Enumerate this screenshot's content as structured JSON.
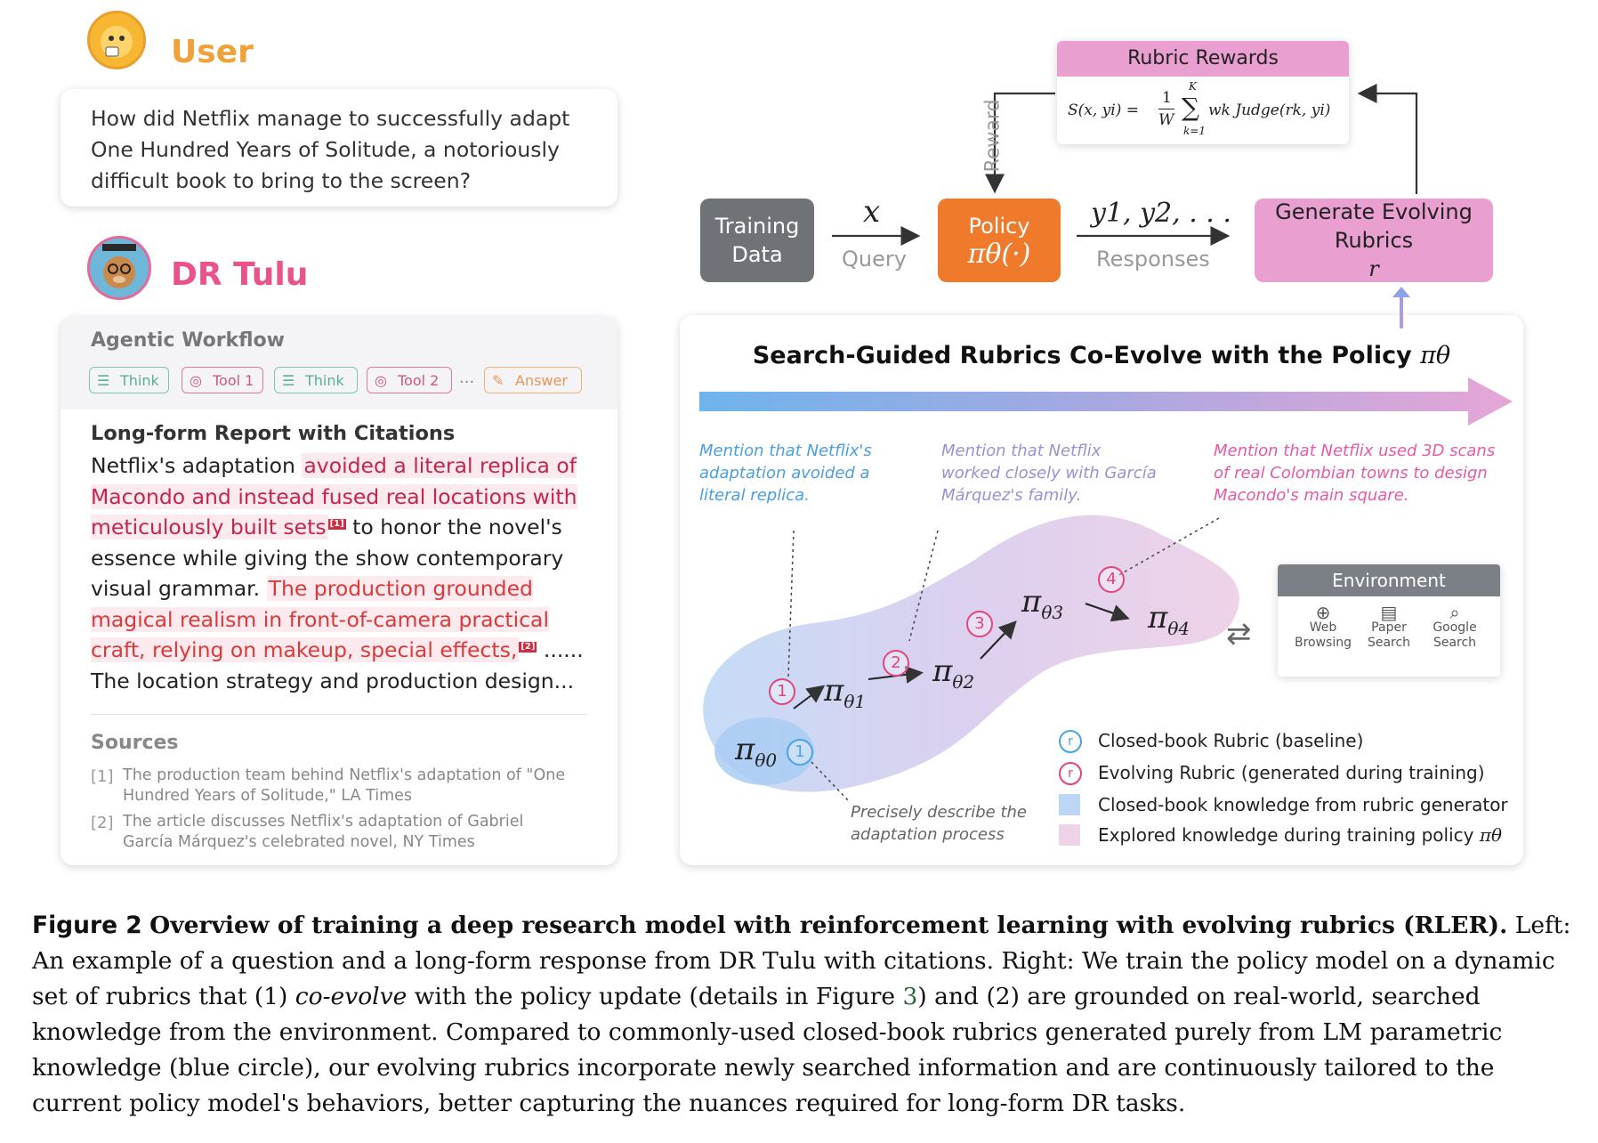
{
  "user": {
    "name": "User",
    "question": "How did Netflix manage to successfully adapt One Hundred Years of Solitude, a notoriously difficult book to bring to the screen?"
  },
  "assistant": {
    "name": "DR Tulu",
    "workflow_title": "Agentic Workflow",
    "steps": [
      "Think",
      "Tool 1",
      "Think",
      "Tool 2",
      "...",
      "Answer"
    ],
    "report_title": "Long-form Report with Citations",
    "report": {
      "p1": "Netflix's adaptation ",
      "h1": "avoided a literal replica of Macondo and instead fused real locations with meticulously built sets",
      "c1": "[1]",
      "p2": " to honor the novel's essence while giving the show contemporary visual grammar. ",
      "h2": "The production grounded magical realism in front-of-camera practical craft, relying on makeup, special effects,",
      "c2": "[2]",
      "p3": " ......",
      "p4": "The location strategy and production design..."
    },
    "sources_title": "Sources",
    "sources": [
      {
        "num": "[1]",
        "text": "The production team behind Netflix's adaptation of \"One Hundred Years of Solitude,\" LA Times"
      },
      {
        "num": "[2]",
        "text": "The article discusses Netflix's adaptation of Gabriel García Márquez's celebrated novel, NY Times"
      }
    ]
  },
  "pipeline": {
    "training_data": "Training Data",
    "query_symbol": "x",
    "query_label": "Query",
    "policy_label": "Policy",
    "policy_symbol": "πθ(·)",
    "responses_symbol": "y1, y2, . . .",
    "responses_label": "Responses",
    "generate_label": "Generate Evolving Rubrics",
    "generate_symbol": "r",
    "reward_label": "Reward",
    "rubric_rewards_title": "Rubric Rewards",
    "formula": {
      "lhs": "S(x, yi) =",
      "frac_num": "1",
      "frac_den": "W",
      "sum_top": "K",
      "sum_bottom": "k=1",
      "term": "wk Judge(rk, yi)"
    }
  },
  "coevolve": {
    "title": "Search-Guided Rubrics Co-Evolve with the Policy",
    "title_symbol": "πθ",
    "annotations": [
      "Mention that Netflix's adaptation avoided a literal replica.",
      "Mention that Netflix worked closely with García Márquez's family.",
      "Mention that Netflix used 3D scans of real Colombian towns to design Macondo's main square."
    ],
    "bottom_annotation": "Precisely describe the adaptation process",
    "policies": [
      "π",
      "π",
      "π",
      "π",
      "π"
    ],
    "policy_subs": [
      "θ0",
      "θ1",
      "θ2",
      "θ3",
      "θ4"
    ],
    "steps": [
      "1",
      "2",
      "3",
      "4"
    ],
    "baseline_step": "1",
    "environment": {
      "title": "Environment",
      "tools": [
        "Web Browsing",
        "Paper Search",
        "Google Search"
      ]
    },
    "legend": [
      "Closed-book Rubric (baseline)",
      "Evolving Rubric (generated during training)",
      "Closed-book knowledge from rubric generator",
      "Explored knowledge during training policy"
    ],
    "legend_symbol": "πθ",
    "legend_circle_letter": "r"
  },
  "caption": {
    "label": "Figure 2",
    "bold": "Overview of training a deep research model with reinforcement learning with evolving rubrics (RLER).",
    "t1": " Left: An example of a question and a long-form response from DR Tulu with citations. Right: We train the policy model on a dynamic set of rubrics that (1) ",
    "italic": "co-evolve",
    "t2": " with the policy update (details in Figure ",
    "fig_ref": "3",
    "t3": ") and (2) are grounded on real-world, searched knowledge from the environment. Compared to commonly-used closed-book rubrics generated purely from LM parametric knowledge (blue circle), our evolving rubrics incorporate newly searched information and are continuously tailored to the current policy model's behaviors, better capturing the nuances required for long-form DR tasks."
  },
  "colors": {
    "orange": "#f07a2c",
    "pink": "#e9a0d0",
    "gray_box": "#6f7378",
    "blue_note": "#4a9ee0",
    "purple_note": "#9d8fd6",
    "pink_note": "#e45aa8",
    "highlight_text": "#c2264e",
    "user_name": "#f0a13a",
    "tulu_name": "#e9528a"
  }
}
